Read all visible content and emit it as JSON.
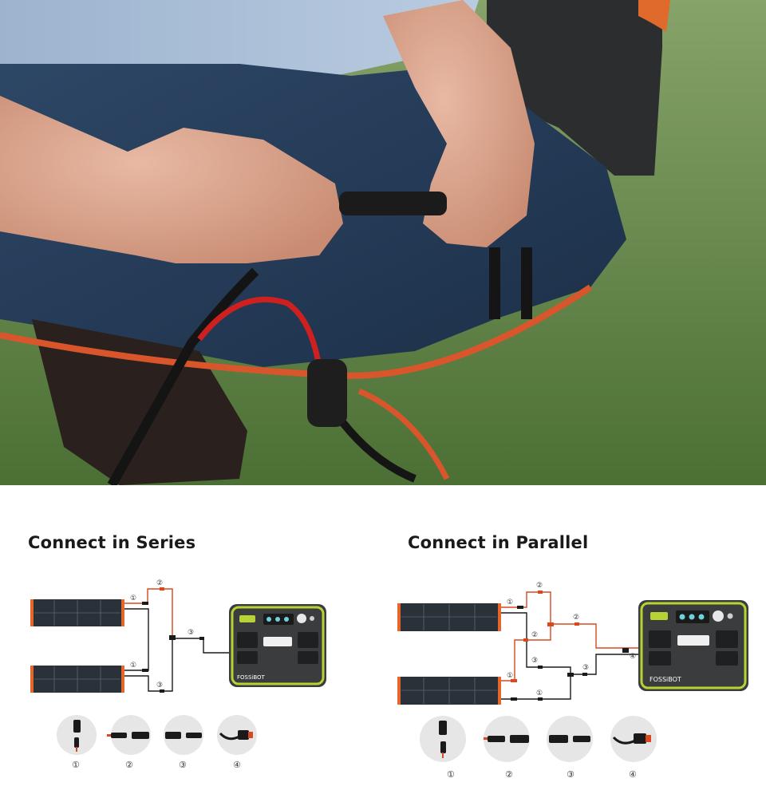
{
  "photo": {
    "alt_subject": "hands-connecting-solar-cables"
  },
  "series": {
    "title": "Connect in Series",
    "markers": [
      "①",
      "②",
      "③",
      "①",
      "③"
    ],
    "legend": [
      "①",
      "②",
      "③",
      "④"
    ]
  },
  "parallel": {
    "title": "Connect in Parallel",
    "markers": [
      "①",
      "②",
      "②",
      "②",
      "③",
      "③",
      "①",
      "①",
      "④"
    ],
    "legend": [
      "①",
      "②",
      "③",
      "④"
    ]
  },
  "station": {
    "brand": "FOSSiBOT"
  },
  "colors": {
    "accent_green": "#b5d334",
    "cable_red": "#d9481f",
    "cable_black": "#1a1a1a",
    "station_body": "#3a3c3e"
  }
}
